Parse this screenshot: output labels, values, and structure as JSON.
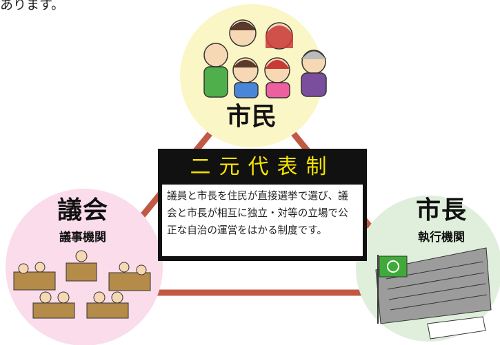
{
  "intro_text": "あります。",
  "nodes": {
    "citizens": {
      "title": "市民"
    },
    "assembly": {
      "title": "議会",
      "subtitle": "議事機関"
    },
    "mayor": {
      "title": "市長",
      "subtitle": "執行機関"
    }
  },
  "center_box": {
    "title": "二元代表制",
    "body": "議員と市長を住民が直接選挙で選び、議会と市長が相互に独立・対等の立場で公正な自治の運営をはかる制度です。"
  },
  "colors": {
    "triangle": "#c15a44",
    "citizens_circle": "#fbf6c6",
    "assembly_circle": "#fadcea",
    "mayor_circle": "#e0eedc",
    "box_title": "#f5e400",
    "flag": "#3faa3a"
  }
}
